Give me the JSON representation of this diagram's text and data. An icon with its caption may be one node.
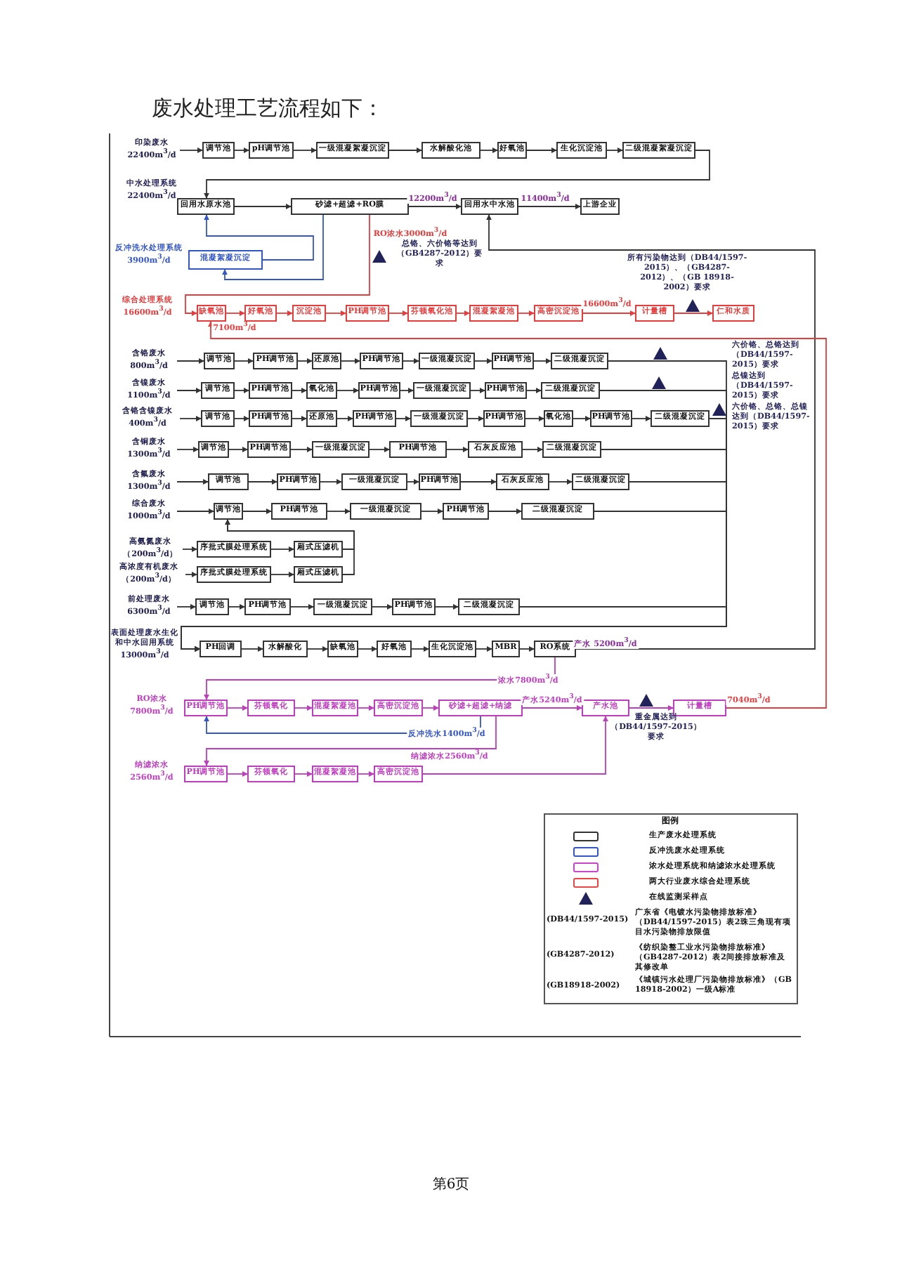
{
  "diagram": {
    "title": "废水处理工艺流程如下：",
    "nodes": [
      {
        "text": [
          "印染废水 22400m$^{3}$/d"
        ]
      },
      {
        "text": [
          "调节池"
        ]
      },
      {
        "text": [
          "pH调节池"
        ]
      },
      {
        "text": [
          "一级混凝絮凝沉淀"
        ]
      },
      {
        "text": [
          "水解酸化池"
        ]
      },
      {
        "text": [
          "好氧池"
        ]
      },
      {
        "text": [
          "生化沉淀池"
        ]
      },
      {
        "text": [
          "二级混凝絮凝沉淀"
        ]
      },
      {
        "text": [
          "回用水原水池"
        ]
      },
      {
        "text": [
          "砂滤+超滤+RO膜"
        ]
      },
      {
        "text": [
          "回用水中水池"
        ]
      },
      {
        "text": [
          "上游企业"
        ]
      },
      {
        "text": [
          "混凝絮凝沉淀"
        ]
      },
      {
        "text": [
          "缺氧池"
        ]
      },
      {
        "text": [
          "好氧池"
        ]
      },
      {
        "text": [
          "沉淀池"
        ]
      },
      {
        "text": [
          "PH调节池"
        ]
      },
      {
        "text": [
          "芬顿氧化池"
        ]
      },
      {
        "text": [
          "混凝絮凝池"
        ]
      },
      {
        "text": [
          "高密沉淀池"
        ]
      },
      {
        "text": [
          "计量槽"
        ]
      },
      {
        "text": [
          "仁和水质"
        ]
      },
      {
        "text": [
          "含铬废水 800m$^{3}$/d"
        ]
      },
      {
        "text": [
          "调节池"
        ]
      },
      {
        "text": [
          "PH调节池"
        ]
      },
      {
        "text": [
          "还原池"
        ]
      },
      {
        "text": [
          "PH调节池"
        ]
      },
      {
        "text": [
          "一级混凝沉淀"
        ]
      },
      {
        "text": [
          "PH调节池"
        ]
      },
      {
        "text": [
          "二级混凝沉淀"
        ]
      },
      {
        "text": [
          "含镍废水 1100m$^{3}$/d"
        ]
      },
      {
        "text": [
          "调节池"
        ]
      },
      {
        "text": [
          "PH调节池"
        ]
      },
      {
        "text": [
          "氧化池"
        ]
      },
      {
        "text": [
          "PH调节池"
        ]
      },
      {
        "text": [
          "一级混凝沉淀"
        ]
      },
      {
        "text": [
          "PH调节池"
        ]
      },
      {
        "text": [
          "二级混凝沉淀"
        ]
      },
      {
        "text": [
          "含铬含镍废水 400m$^{3}$/d"
        ]
      },
      {
        "text": [
          "调节池"
        ]
      },
      {
        "text": [
          "PH调节池"
        ]
      },
      {
        "text": [
          "还原池"
        ]
      },
      {
        "text": [
          "PH调节池"
        ]
      },
      {
        "text": [
          "一级混凝沉淀"
        ]
      },
      {
        "text": [
          "PH调节池"
        ]
      },
      {
        "text": [
          "氧化池"
        ]
      },
      {
        "text": [
          "PH调节池"
        ]
      },
      {
        "text": [
          "二级混凝沉淀"
        ]
      },
      {
        "text": [
          "含铜废水 1300m$^{3}$/d"
        ]
      },
      {
        "text": [
          "调节池"
        ]
      },
      {
        "text": [
          "PH调节池"
        ]
      },
      {
        "text": [
          "一级混凝沉淀"
        ]
      },
      {
        "text": [
          "PH调节池"
        ]
      },
      {
        "text": [
          "石灰反应池"
        ]
      },
      {
        "text": [
          "二级混凝沉淀"
        ]
      },
      {
        "text": [
          "含氟废水 1300m$^{3}$/d"
        ]
      },
      {
        "text": [
          "调节池"
        ]
      },
      {
        "text": [
          "PH调节池"
        ]
      },
      {
        "text": [
          "一级混凝沉淀"
        ]
      },
      {
        "text": [
          "PH调节池"
        ]
      },
      {
        "text": [
          "石灰反应池"
        ]
      },
      {
        "text": [
          "二级混凝沉淀"
        ]
      },
      {
        "text": [
          "综合废水 1000m$^{3}$/d"
        ]
      },
      {
        "text": [
          "调节池"
        ]
      },
      {
        "text": [
          "PH调节池"
        ]
      },
      {
        "text": [
          "一级混凝沉淀"
        ]
      },
      {
        "text": [
          "PH调节池"
        ]
      },
      {
        "text": [
          "二级混凝沉淀"
        ]
      },
      {
        "text": [
          "高氨氮废水（200m$^{3}$/d）"
        ]
      },
      {
        "text": [
          "序批式膜处理系统"
        ]
      },
      {
        "text": [
          "厢式压滤机"
        ]
      },
      {
        "text": [
          "高浓度有机废水（200m$^{3}$/d）"
        ]
      },
      {
        "text": [
          "序批式膜处理系统"
        ]
      },
      {
        "text": [
          "厢式压滤机"
        ]
      },
      {
        "text": [
          "前处理废水 6300m$^{3}$/d"
        ]
      },
      {
        "text": [
          "调节池"
        ]
      },
      {
        "text": [
          "PH调节池"
        ]
      },
      {
        "text": [
          "一级混凝沉淀"
        ]
      },
      {
        "text": [
          "PH调节池"
        ]
      },
      {
        "text": [
          "二级混凝沉淀"
        ]
      },
      {
        "text": [
          "PH回调"
        ]
      },
      {
        "text": [
          "水解酸化"
        ]
      },
      {
        "text": [
          "缺氧池"
        ]
      },
      {
        "text": [
          "好氧池"
        ]
      },
      {
        "text": [
          "生化沉淀池"
        ]
      },
      {
        "text": [
          "MBR"
        ]
      },
      {
        "text": [
          "RO系统"
        ]
      },
      {
        "text": [
          "PH调节池"
        ]
      },
      {
        "text": [
          "芬顿氧化"
        ]
      },
      {
        "text": [
          "混凝絮凝池"
        ]
      },
      {
        "text": [
          "高密沉淀池"
        ]
      },
      {
        "text": [
          "砂滤+超滤+纳滤"
        ]
      },
      {
        "text": [
          "产水池"
        ]
      },
      {
        "text": [
          "计量槽"
        ]
      },
      {
        "text": [
          "PH调节池"
        ]
      },
      {
        "text": [
          "芬顿氧化"
        ]
      },
      {
        "text": [
          "混凝絮凝池"
        ]
      },
      {
        "text": [
          "高密沉淀池"
        ]
      }
    ],
    "edges": [
      {
        "from": 0,
        "to": 1,
        "arrow": "to"
      },
      {
        "from": 1,
        "to": 2,
        "arrow": "to"
      },
      {
        "from": 2,
        "to": 3,
        "arrow": "to"
      },
      {
        "from": 3,
        "to": 4,
        "arrow": "to"
      },
      {
        "from": 4,
        "to": 5,
        "arrow": "to"
      },
      {
        "from": 5,
        "to": 6,
        "arrow": "to"
      },
      {
        "from": 6,
        "to": 7,
        "arrow": "to"
      },
      {
        "from": 7,
        "to": 8,
        "arrow": "to"
      },
      {
        "from": 8,
        "to": 9,
        "arrow": "to"
      },
      {
        "from": 9,
        "to": 10,
        "arrow": "to",
        "label": "12200m$^{3}$/d"
      },
      {
        "from": 10,
        "to": 11,
        "arrow": "to",
        "label": "11400m$^{3}$/d"
      },
      {
        "from": 9,
        "to": 12,
        "arrow": "to",
        "color": "#3355cc"
      },
      {
        "from": 12,
        "to": 8,
        "arrow": "to",
        "color": "#3355cc"
      },
      {
        "from": 9,
        "to": 13,
        "arrow": "to",
        "color": "#e83c3c",
        "label": "RO浓水3000m$^{3}$/d"
      },
      {
        "from": 13,
        "to": 14,
        "arrow": "to",
        "color": "#e83c3c",
        "label": "7100m$^{3}$/d"
      },
      {
        "from": 14,
        "to": 15,
        "arrow": "to",
        "color": "#e83c3c"
      },
      {
        "from": 15,
        "to": 16,
        "arrow": "to",
        "color": "#e83c3c"
      },
      {
        "from": 16,
        "to": 17,
        "arrow": "to",
        "color": "#e83c3c"
      },
      {
        "from": 17,
        "to": 18,
        "arrow": "to",
        "color": "#e83c3c"
      },
      {
        "from": 18,
        "to": 19,
        "arrow": "to",
        "color": "#e83c3c"
      },
      {
        "from": 19,
        "to": 20,
        "arrow": "to",
        "color": "#e83c3c",
        "label": "16600m$^{3}$/d"
      },
      {
        "from": 20,
        "to": 21,
        "arrow": "to",
        "color": "#e83c3c"
      },
      {
        "from": 22,
        "to": 23,
        "arrow": "to"
      },
      {
        "from": 23,
        "to": 24,
        "arrow": "to"
      },
      {
        "from": 24,
        "to": 25,
        "arrow": "to"
      },
      {
        "from": 25,
        "to": 26,
        "arrow": "to"
      },
      {
        "from": 26,
        "to": 27,
        "arrow": "to"
      },
      {
        "from": 27,
        "to": 28,
        "arrow": "to"
      },
      {
        "from": 28,
        "to": 29,
        "arrow": "to"
      },
      {
        "from": 30,
        "to": 31,
        "arrow": "to"
      },
      {
        "from": 31,
        "to": 32,
        "arrow": "to"
      },
      {
        "from": 32,
        "to": 33,
        "arrow": "to"
      },
      {
        "from": 33,
        "to": 34,
        "arrow": "to"
      },
      {
        "from": 34,
        "to": 35,
        "arrow": "to"
      },
      {
        "from": 35,
        "to": 36,
        "arrow": "to"
      },
      {
        "from": 36,
        "to": 37,
        "arrow": "to"
      },
      {
        "from": 38,
        "to": 39,
        "arrow": "to"
      },
      {
        "from": 39,
        "to": 40,
        "arrow": "to"
      },
      {
        "from": 40,
        "to": 41,
        "arrow": "to"
      },
      {
        "from": 41,
        "to": 42,
        "arrow": "to"
      },
      {
        "from": 42,
        "to": 43,
        "arrow": "to"
      },
      {
        "from": 43,
        "to": 44,
        "arrow": "to"
      },
      {
        "from": 44,
        "to": 45,
        "arrow": "to"
      },
      {
        "from": 45,
        "to": 46,
        "arrow": "to"
      },
      {
        "from": 46,
        "to": 47,
        "arrow": "to"
      },
      {
        "from": 48,
        "to": 49,
        "arrow": "to"
      },
      {
        "from": 49,
        "to": 50,
        "arrow": "to"
      },
      {
        "from": 50,
        "to": 51,
        "arrow": "to"
      },
      {
        "from": 51,
        "to": 52,
        "arrow": "to"
      },
      {
        "from": 52,
        "to": 53,
        "arrow": "to"
      },
      {
        "from": 53,
        "to": 54,
        "arrow": "to"
      },
      {
        "from": 55,
        "to": 56,
        "arrow": "to"
      },
      {
        "from": 56,
        "to": 57,
        "arrow": "to"
      },
      {
        "from": 57,
        "to": 58,
        "arrow": "to"
      },
      {
        "from": 58,
        "to": 59,
        "arrow": "to"
      },
      {
        "from": 59,
        "to": 60,
        "arrow": "to"
      },
      {
        "from": 60,
        "to": 61,
        "arrow": "to"
      },
      {
        "from": 62,
        "to": 63,
        "arrow": "to"
      },
      {
        "from": 63,
        "to": 64,
        "arrow": "to"
      },
      {
        "from": 64,
        "to": 65,
        "arrow": "to"
      },
      {
        "from": 65,
        "to": 66,
        "arrow": "to"
      },
      {
        "from": 66,
        "to": 67,
        "arrow": "to"
      },
      {
        "from": 68,
        "to": 69,
        "arrow": "to"
      },
      {
        "from": 69,
        "to": 70,
        "arrow": "to"
      },
      {
        "from": 71,
        "to": 72,
        "arrow": "to"
      },
      {
        "from": 72,
        "to": 73,
        "arrow": "to"
      },
      {
        "from": 70,
        "to": 63,
        "arrow": "to"
      },
      {
        "from": 73,
        "to": 63,
        "arrow": "to"
      },
      {
        "from": 74,
        "to": 75,
        "arrow": "to"
      },
      {
        "from": 75,
        "to": 76,
        "arrow": "to"
      },
      {
        "from": 76,
        "to": 77,
        "arrow": "to"
      },
      {
        "from": 77,
        "to": 78,
        "arrow": "to"
      },
      {
        "from": 78,
        "to": 79,
        "arrow": "to"
      },
      {
        "from": 29,
        "to": 80,
        "arrow": "to"
      },
      {
        "from": 37,
        "to": 80,
        "arrow": "to"
      },
      {
        "from": 47,
        "to": 80,
        "arrow": "to"
      },
      {
        "from": 54,
        "to": 80,
        "arrow": "to"
      },
      {
        "from": 61,
        "to": 80,
        "arrow": "to"
      },
      {
        "from": 67,
        "to": 80,
        "arrow": "to"
      },
      {
        "from": 79,
        "to": 80,
        "arrow": "to"
      },
      {
        "from": 80,
        "to": 81,
        "arrow": "to"
      },
      {
        "from": 81,
        "to": 82,
        "arrow": "to"
      },
      {
        "from": 82,
        "to": 83,
        "arrow": "to"
      },
      {
        "from": 83,
        "to": 84,
        "arrow": "to"
      },
      {
        "from": 84,
        "to": 85,
        "arrow": "to"
      },
      {
        "from": 85,
        "to": 86,
        "arrow": "to"
      },
      {
        "from": 86,
        "to": 10,
        "arrow": "to",
        "label": "产水 5200m$^{3}$/d"
      },
      {
        "from": 86,
        "to": 87,
        "arrow": "to",
        "color": "#c03cc0",
        "label": "浓水7800m$^{3}$/d"
      },
      {
        "from": 87,
        "to": 88,
        "arrow": "to",
        "color": "#c03cc0"
      },
      {
        "from": 88,
        "to": 89,
        "arrow": "to",
        "color": "#c03cc0"
      },
      {
        "from": 89,
        "to": 90,
        "arrow": "to",
        "color": "#c03cc0"
      },
      {
        "from": 90,
        "to": 91,
        "arrow": "to",
        "color": "#c03cc0"
      },
      {
        "from": 91,
        "to": 92,
        "arrow": "to",
        "color": "#c03cc0",
        "label": "产水5240m$^{3}$/d"
      },
      {
        "from": 92,
        "to": 93,
        "arrow": "to",
        "color": "#c03cc0"
      },
      {
        "from": 91,
        "to": 87,
        "arrow": "to",
        "color": "#3355cc",
        "label": "反冲洗水1400m$^{3}$/d"
      },
      {
        "from": 91,
        "to": 94,
        "arrow": "to",
        "color": "#c03cc0",
        "label": "纳滤浓水2560m$^{3}$/d"
      },
      {
        "from": 94,
        "to": 95,
        "arrow": "to",
        "color": "#c03cc0"
      },
      {
        "from": 95,
        "to": 96,
        "arrow": "to",
        "color": "#c03cc0"
      },
      {
        "from": 96,
        "to": 97,
        "arrow": "to",
        "color": "#c03cc0"
      },
      {
        "from": 97,
        "to": 92,
        "arrow": "to",
        "color": "#c03cc0"
      },
      {
        "from": 93,
        "to": 13,
        "arrow": "to",
        "color": "#e83c3c",
        "label": "7040m$^{3}$/d"
      }
    ],
    "labels": [
      "中水处理系统 22400m$^{3}$/d",
      "反冲洗水处理系统 3900m$^{3}$/d",
      "总铬、六价铬等达到（GB4287-2012）要求",
      "综合处理系统 16600m$^{3}$/d",
      "所有污染物达到（DB44/1597-2015）、（GB4287-2012）、（GB 18918-2002）要求",
      "六价铬、总铬达到（DB44/1597-2015）要求",
      "总镍达到（DB44/1597-2015）要求",
      "六价铬、总铬、总镍达到（DB44/1597-2015）要求",
      "表面处理废水生化和中水回用系统 13000m$^{3}$/d",
      "RO浓水 7800m$^{3}$/d",
      "重金属达到（DB44/1597-2015）要求",
      "纳滤浓水 2560m$^{3}$/d",
      "图例",
      "(DB44/1597-2015)",
      "广东省《电镀水污染物排放标准》（DB44/1597-2015）表2珠三角现有项目水污染物排放限值",
      "(GB4287-2012)",
      "《纺织染整工业水污染物排放标准》（GB4287-2012）表2间接排放标准及其修改单",
      "(GB18918-2002)",
      "《城镇污水处理厂污染物排放标准》（GB 18918-2002）一级A标准",
      "第6页"
    ],
    "legend": [
      {
        "text": "生产废水处理系统",
        "color": "#333333"
      },
      {
        "text": "反冲洗废水处理系统",
        "color": "#3355cc"
      },
      {
        "text": "浓水处理系统和纳滤浓水处理系统",
        "color": "#cc44cc"
      },
      {
        "text": "两大行业废水综合处理系统",
        "color": "#ee4444"
      },
      {
        "text": "在线监测采样点"
      }
    ]
  }
}
